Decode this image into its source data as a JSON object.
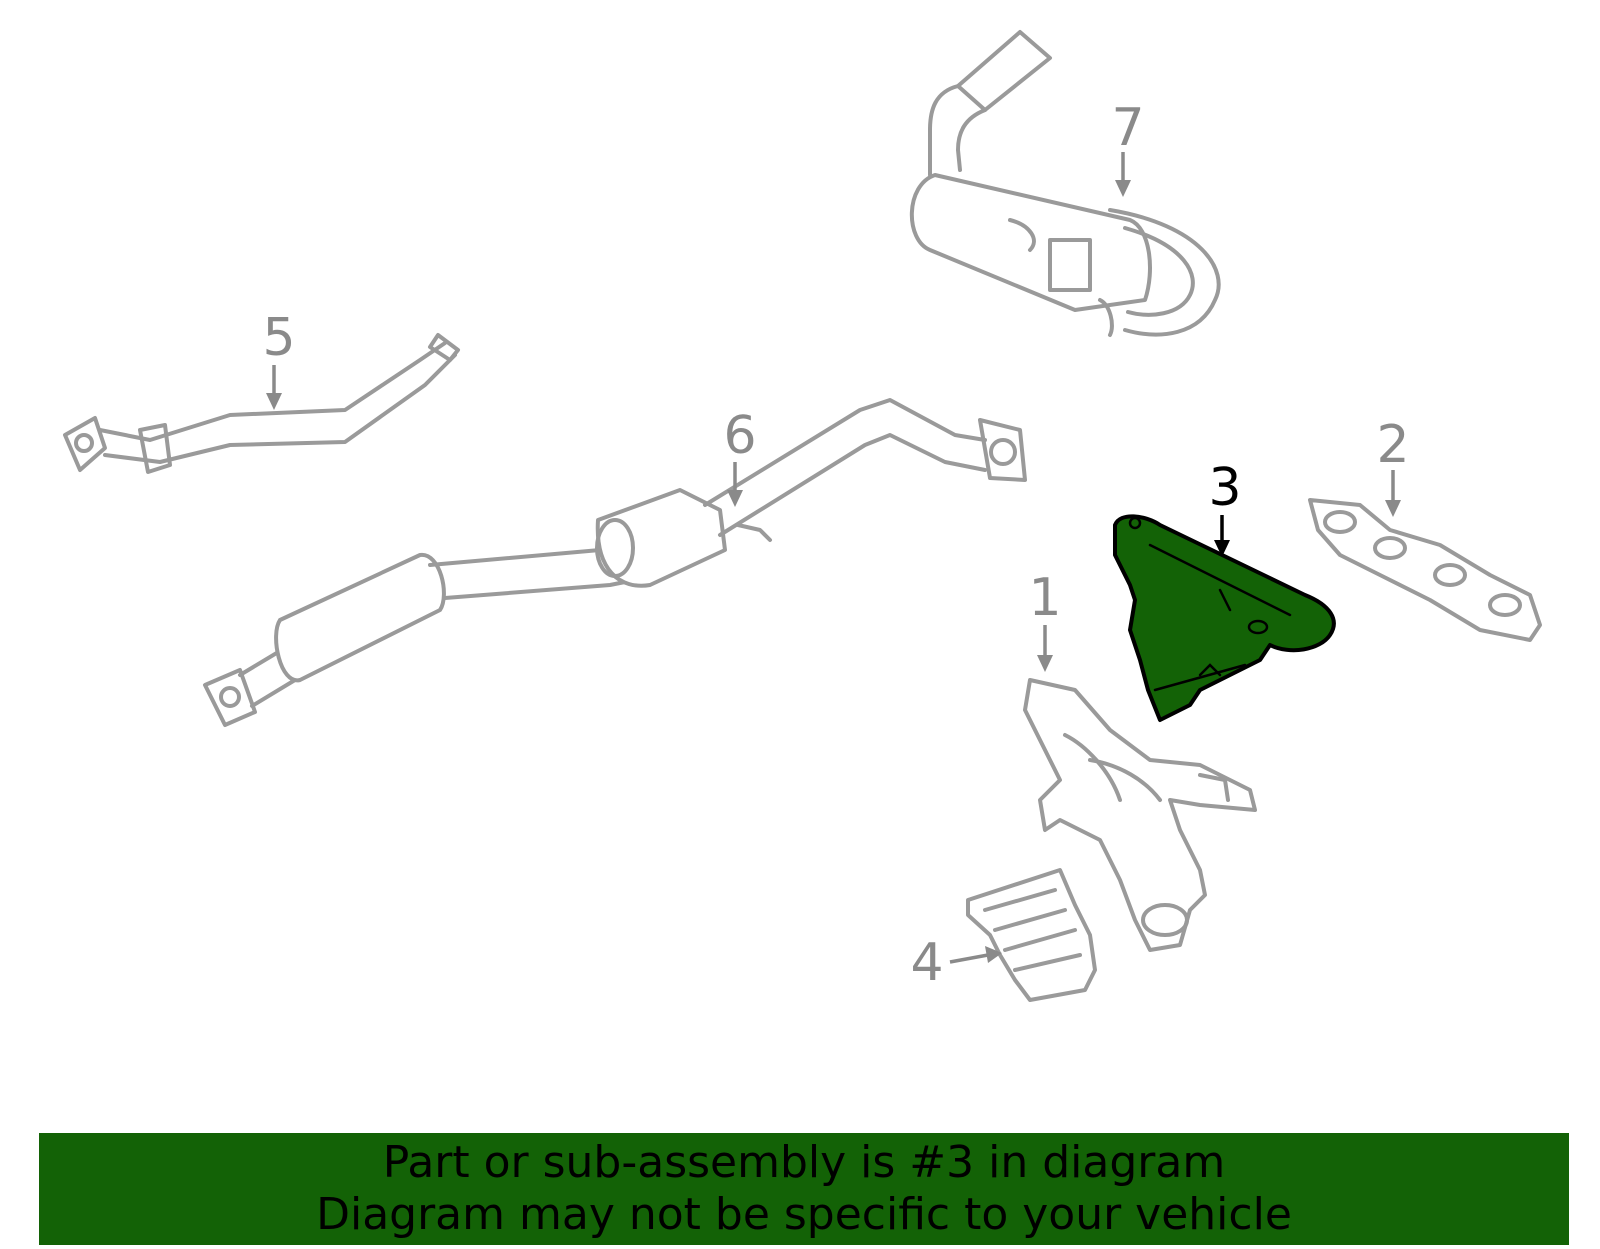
{
  "highlight_color": "#136206",
  "callouts": [
    {
      "number": "1",
      "highlighted": false
    },
    {
      "number": "2",
      "highlighted": false
    },
    {
      "number": "3",
      "highlighted": true
    },
    {
      "number": "4",
      "highlighted": false
    },
    {
      "number": "5",
      "highlighted": false
    },
    {
      "number": "6",
      "highlighted": false
    },
    {
      "number": "7",
      "highlighted": false
    }
  ],
  "banner": {
    "line1": "Part or sub-assembly is #3 in diagram",
    "line2": "Diagram may not be specific to your vehicle"
  }
}
